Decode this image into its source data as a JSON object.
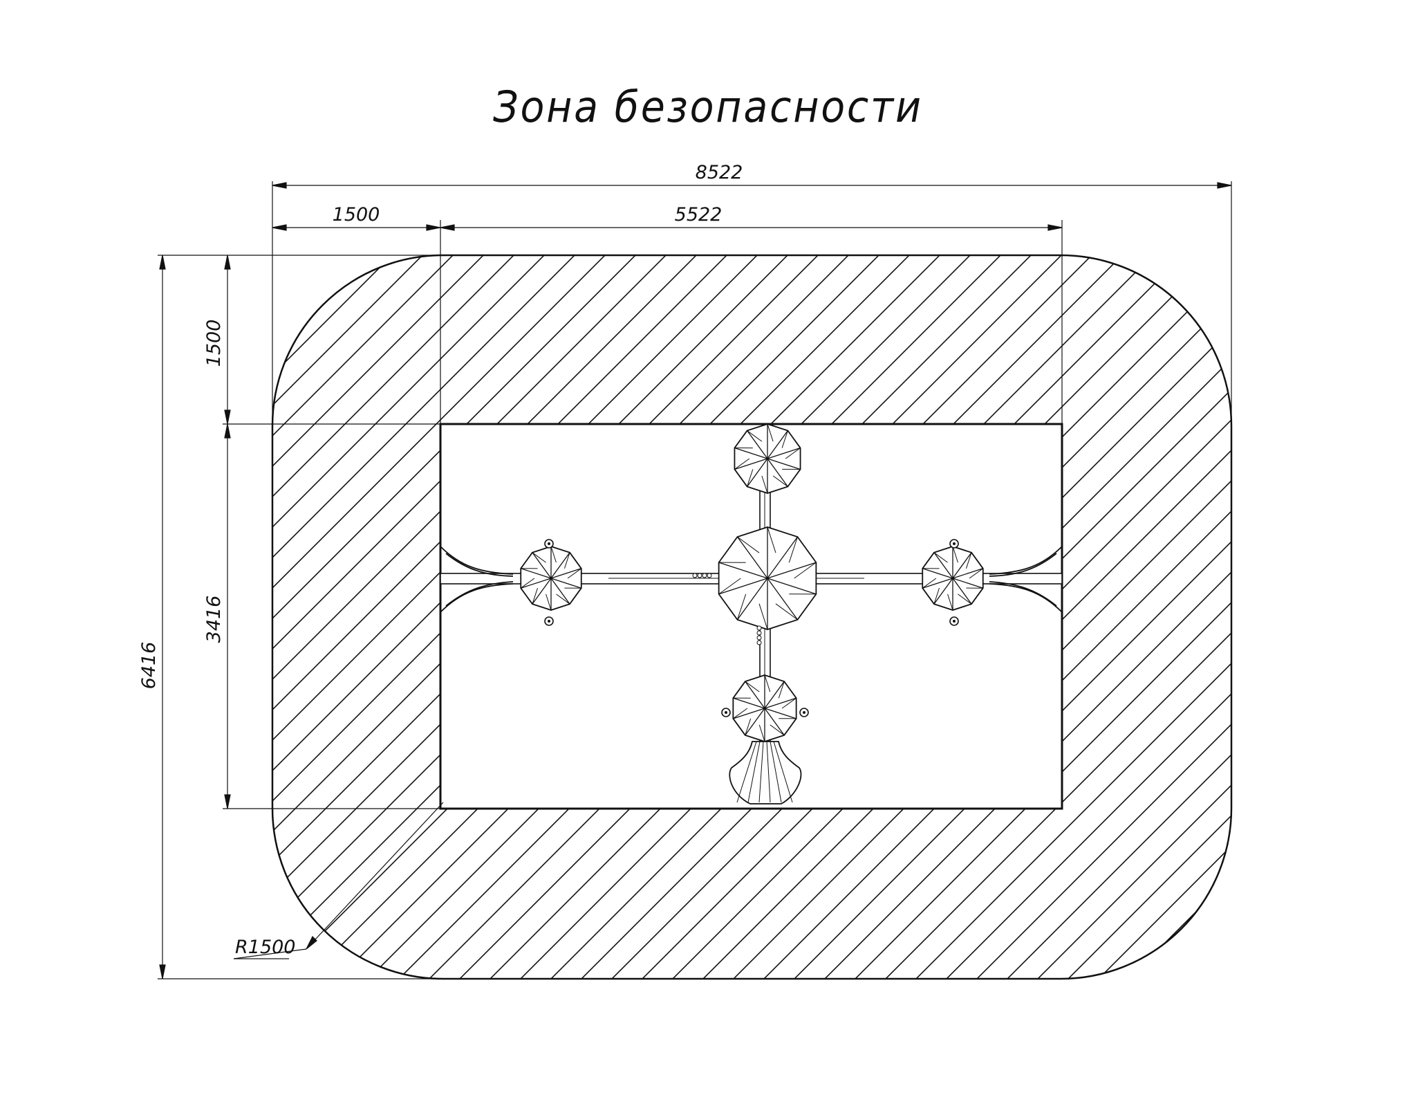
{
  "title": "Зона безопасности",
  "dimensions": {
    "overall_width": "8522",
    "margin_left": "1500",
    "equipment_width": "5522",
    "margin_top": "1500",
    "equipment_height": "3416",
    "overall_height": "6416",
    "corner_radius": "R1500"
  },
  "colors": {
    "line": "#111111",
    "background": "#ffffff"
  }
}
